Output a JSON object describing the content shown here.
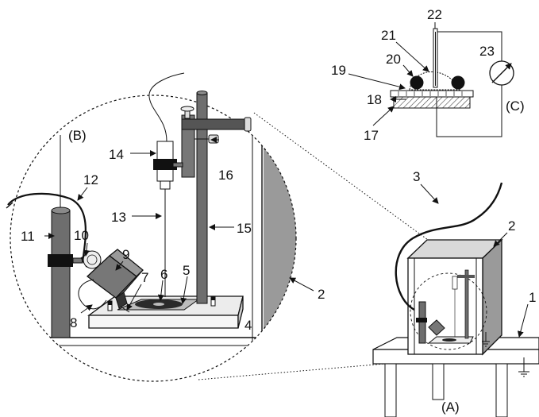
{
  "panels": {
    "a": "(A)",
    "b": "(B)",
    "c": "(C)"
  },
  "labels": {
    "n1": "1",
    "n2": "2",
    "n2b": "2",
    "n3": "3",
    "n4": "4",
    "n5": "5",
    "n6": "6",
    "n7": "7",
    "n8": "8",
    "n9": "9",
    "n10": "10",
    "n11": "11",
    "n12": "12",
    "n13": "13",
    "n14": "14",
    "n15": "15",
    "n16": "16",
    "n17": "17",
    "n18": "18",
    "n19": "19",
    "n20": "20",
    "n21": "21",
    "n22": "22",
    "n23": "23"
  },
  "icons": [
    "meter-icon",
    "ground-icon",
    "arrow-icon"
  ],
  "colors": {
    "ink": "#111111",
    "panel_shade": "#9a9a9a",
    "rod_gray": "#6e6e6e",
    "light_gray": "#d9d9d9",
    "hatch": "#555555"
  }
}
